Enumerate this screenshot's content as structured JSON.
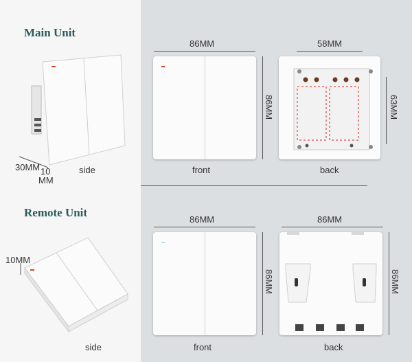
{
  "main_unit": {
    "title": "Main Unit",
    "side_caption": "side",
    "front_caption": "front",
    "back_caption": "back",
    "front_width_label": "86MM",
    "front_height_label": "86MM",
    "back_width_label": "58MM",
    "back_height_label": "63MM",
    "depth_label_a": "30MM",
    "depth_label_b": "10",
    "depth_label_c": "MM"
  },
  "remote_unit": {
    "title": "Remote Unit",
    "side_caption": "side",
    "front_caption": "front",
    "back_caption": "back",
    "thickness_label": "10MM",
    "front_width_label": "86MM",
    "front_height_label": "86MM",
    "back_width_label": "86MM",
    "back_height_label": "86MM"
  },
  "colors": {
    "title": "#2c5a5d",
    "divider": "#2f5d62",
    "led": "#d24a2b"
  }
}
